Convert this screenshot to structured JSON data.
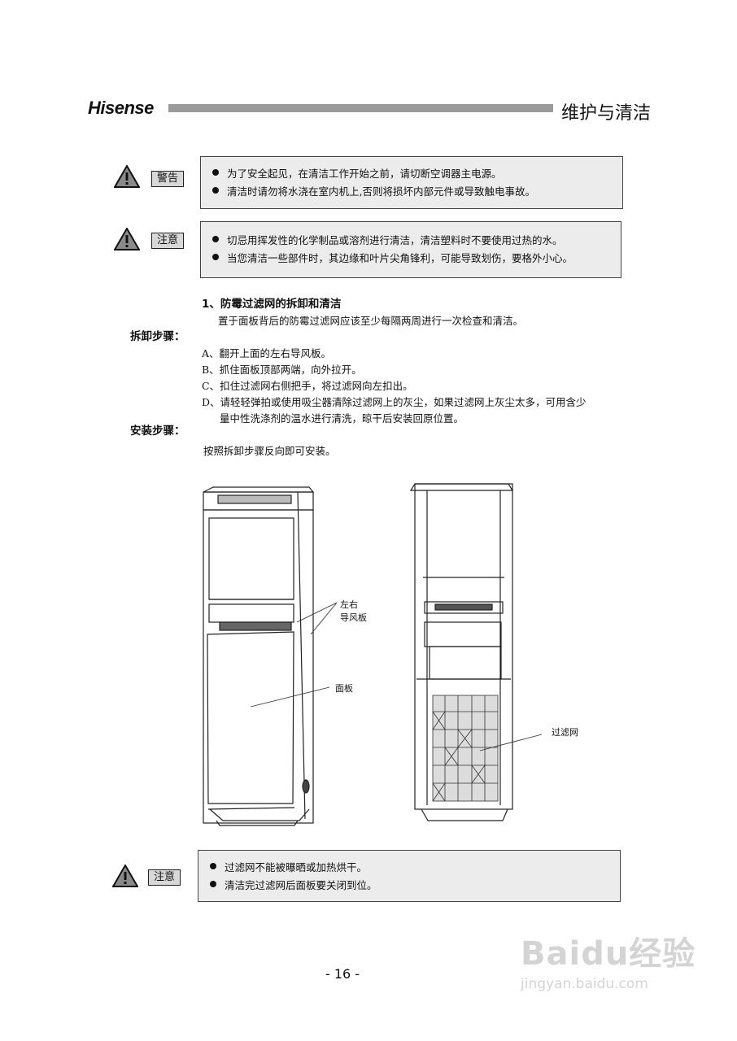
{
  "header": {
    "brand": "Hisense",
    "section_title": "维护与清洁"
  },
  "warning_box": {
    "tag": "警告",
    "lines": [
      "为了安全起见，在清洁工作开始之前，请切断空调器主电源。",
      "清洁时请勿将水浇在室内机上,否则将损坏内部元件或导致触电事故。"
    ]
  },
  "caution_box_1": {
    "tag": "注意",
    "lines": [
      "切忌用挥发性的化学制品或溶剂进行清洁，清洁塑料时不要使用过热的水。",
      "当您清洁一些部件时，其边缘和叶片尖角锋利，可能导致划伤，要格外小心。"
    ]
  },
  "filter_section": {
    "title": "1、防霉过滤网的拆卸和清洁",
    "intro": "置于面板背后的防霉过滤网应该至少每隔两周进行一次检查和清洁。",
    "removal_label": "拆卸步骤：",
    "removal_steps": [
      "A、翻开上面的左右导风板。",
      "B、抓住面板顶部两端，向外拉开。",
      "C、扣住过滤网右侧把手，将过滤网向左扣出。",
      "D、请轻轻弹拍或使用吸尘器清除过滤网上的灰尘，如果过滤网上灰尘太多，可用含少",
      "量中性洗涤剂的温水进行清洗，晾干后安装回原位置。"
    ],
    "install_label": "安装步骤：",
    "install_text": "按照拆卸步骤反向即可安装。"
  },
  "figure": {
    "callout_louver_1": "左右",
    "callout_louver_2": "导风板",
    "callout_panel": "面板",
    "callout_filter": "过滤网"
  },
  "caution_box_2": {
    "tag": "注意",
    "lines": [
      "过滤网不能被曝晒或加热烘干。",
      "清洁完过滤网后面板要关闭到位。"
    ]
  },
  "page_number": "- 16 -",
  "watermark": {
    "main": "Baidu经验",
    "sub": "jingyan.baidu.com"
  },
  "colors": {
    "header_bar": "#9a9a9a",
    "notice_box_bg": "#ececec",
    "watermark": "#d4d4d4"
  }
}
